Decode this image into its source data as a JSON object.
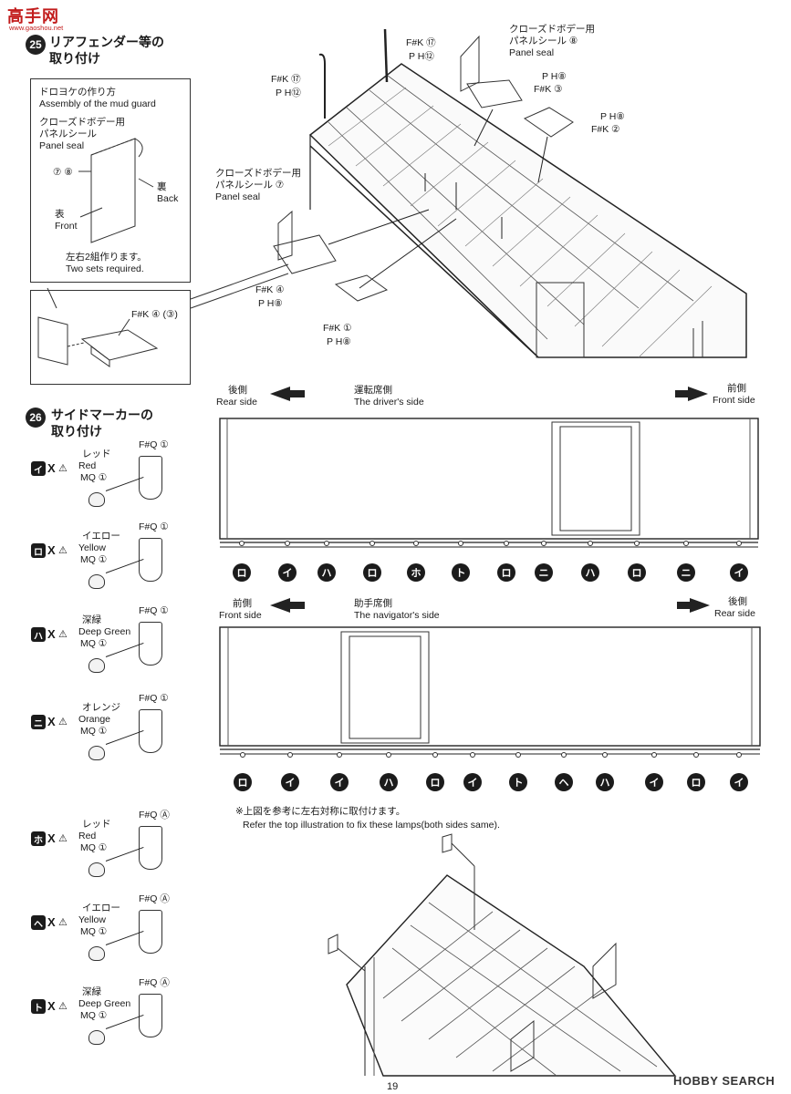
{
  "watermark": {
    "cn": "高手网",
    "url": "www.gaoshou.net",
    "hobby": "HOBBY SEARCH"
  },
  "page_number": "19",
  "step25": {
    "num": "25",
    "title_line1": "リアフェンダー等の",
    "title_line2": "取り付け",
    "mud_title_jp": "ドロヨケの作り方",
    "mud_title_en": "Assembly of the mud guard",
    "panel_jp1": "クローズドボデー用",
    "panel_jp2": "パネルシール",
    "panel_en": "Panel seal",
    "seal_nums": "⑦ ⑧",
    "back_jp": "裏",
    "back_en": "Back",
    "front_jp": "表",
    "front_en": "Front",
    "sets_jp": "左右2組作ります。",
    "sets_en": "Two sets required.",
    "detail_label": "F#K ④ (③)"
  },
  "body_labels": {
    "fk17": "F#K ⑰",
    "ph12": "P H⑫",
    "fk17b": "F#K ⑰",
    "ph12b": "P H⑫",
    "top_panel_jp1": "クローズドボデー用",
    "top_panel_jp2": "パネルシール ⑧",
    "top_panel_en": "Panel seal",
    "ph8a": "P H⑧",
    "fk3": "F#K ③",
    "ph8b": "P H⑧",
    "fk2": "F#K ②",
    "left_panel_jp1": "クローズドボデー用",
    "left_panel_jp2": "パネルシール ⑦",
    "left_panel_en": "Panel seal",
    "fk4": "F#K ④",
    "ph8c": "P H⑧",
    "fk1": "F#K ①",
    "ph8d": "P H⑧"
  },
  "driver_view": {
    "rear_jp": "後側",
    "rear_en": "Rear side",
    "side_jp": "運転席側",
    "side_en": "The driver's side",
    "front_jp": "前側",
    "front_en": "Front side",
    "markers": [
      "ロ",
      "イ",
      "ハ",
      "ロ",
      "ホ",
      "ト",
      "ロ",
      "ニ",
      "ハ",
      "ロ",
      "ニ",
      "イ"
    ]
  },
  "nav_view": {
    "front_jp": "前側",
    "front_en": "Front side",
    "side_jp": "助手席側",
    "side_en": "The navigator's side",
    "rear_jp": "後側",
    "rear_en": "Rear side",
    "markers": [
      "ロ",
      "イ",
      "イ",
      "ハ",
      "ロ",
      "イ",
      "ト",
      "ヘ",
      "ハ",
      "イ",
      "ロ",
      "イ"
    ]
  },
  "note_jp": "※上図を参考に左右対称に取付けます。",
  "note_en": "Refer the top illustration to fix these lamps(both sides same).",
  "step26": {
    "num": "26",
    "title_line1": "サイドマーカーの",
    "title_line2": "取り付け",
    "items": [
      {
        "key": "イ",
        "qty": "X",
        "tri": "⚠",
        "color_jp": "レッド",
        "color_en": "Red",
        "mq": "MQ ①",
        "part": "F#Q ①"
      },
      {
        "key": "ロ",
        "qty": "X",
        "tri": "⚠",
        "color_jp": "イエロー",
        "color_en": "Yellow",
        "mq": "MQ ①",
        "part": "F#Q ①"
      },
      {
        "key": "ハ",
        "qty": "X",
        "tri": "⚠",
        "color_jp": "深緑",
        "color_en": "Deep Green",
        "mq": "MQ ①",
        "part": "F#Q ①"
      },
      {
        "key": "ニ",
        "qty": "X",
        "tri": "⚠",
        "color_jp": "オレンジ",
        "color_en": "Orange",
        "mq": "MQ ①",
        "part": "F#Q ①"
      },
      {
        "key": "ホ",
        "qty": "X",
        "tri": "⚠",
        "color_jp": "レッド",
        "color_en": "Red",
        "mq": "MQ ①",
        "part": "F#Q Ⓐ"
      },
      {
        "key": "ヘ",
        "qty": "X",
        "tri": "⚠",
        "color_jp": "イエロー",
        "color_en": "Yellow",
        "mq": "MQ ①",
        "part": "F#Q Ⓐ"
      },
      {
        "key": "ト",
        "qty": "X",
        "tri": "⚠",
        "color_jp": "深緑",
        "color_en": "Deep Green",
        "mq": "MQ ①",
        "part": "F#Q Ⓐ"
      }
    ]
  }
}
